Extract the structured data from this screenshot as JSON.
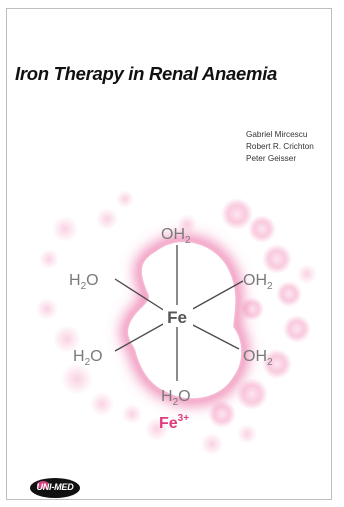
{
  "book": {
    "title": "Iron Therapy in Renal Anaemia",
    "authors": [
      "Gabriel Mircescu",
      "Robert R. Crichton",
      "Peter Geisser"
    ]
  },
  "molecule": {
    "center": "Fe",
    "ligand_top": "OH2",
    "ligand_upper_left": "H2O",
    "ligand_upper_right": "OH2",
    "ligand_lower_left": "H2O",
    "ligand_lower_right": "OH2",
    "ligand_bottom": "H2O",
    "ion": "Fe3+"
  },
  "publisher": {
    "logo_text": "UNI-MED"
  },
  "colors": {
    "accent": "#e0488a",
    "glow": "#f4a9c9",
    "ion": "#e03b7d",
    "ligand_text": "#7a7a7a",
    "logo_bg": "#111111"
  }
}
